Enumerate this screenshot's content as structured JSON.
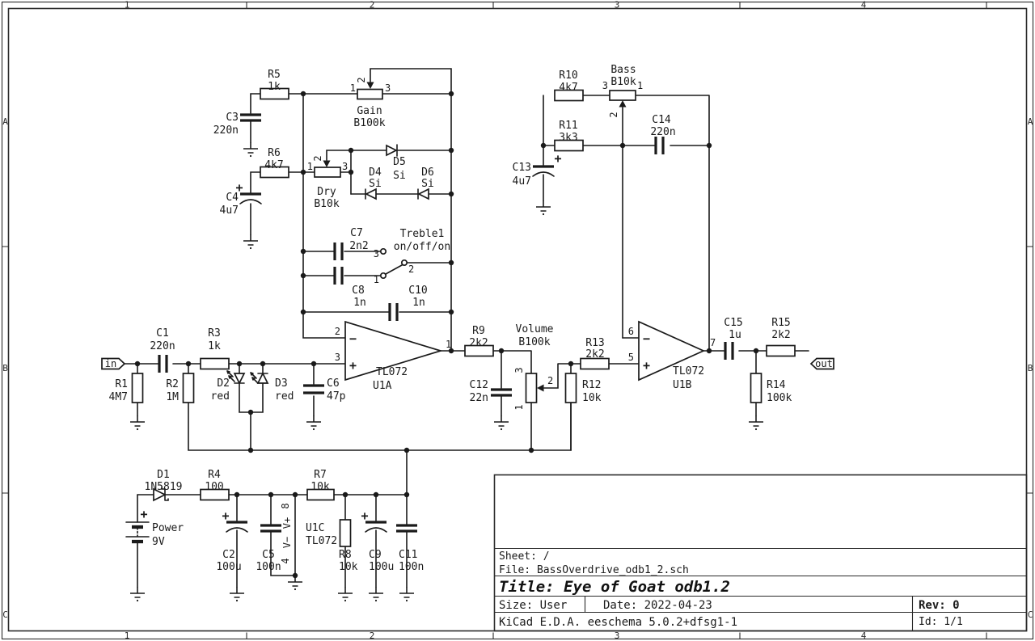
{
  "sheet": {
    "columns": [
      "1",
      "2",
      "3",
      "4"
    ],
    "rows": [
      "A",
      "B",
      "C"
    ],
    "title_block": {
      "sheet_label": "Sheet: /",
      "file_label": "File: BassOverdrive_odb1_2.sch",
      "title_label": "Title: Eye of Goat odb1.2",
      "size_label": "Size: User",
      "date_label": "Date: 2022-04-23",
      "rev_label": "Rev: 0",
      "tool_label": "KiCad E.D.A.  eeschema 5.0.2+dfsg1-1",
      "id_label": "Id: 1/1"
    }
  },
  "colors": {
    "wire": "#1a1a1a",
    "background": "#ffffff",
    "border": "#2a2a2a"
  },
  "ports": {
    "input": "in",
    "output": "out"
  },
  "components": {
    "R1": {
      "ref": "R1",
      "value": "4M7"
    },
    "R2": {
      "ref": "R2",
      "value": "1M"
    },
    "R3": {
      "ref": "R3",
      "value": "1k"
    },
    "R4": {
      "ref": "R4",
      "value": "100"
    },
    "R5": {
      "ref": "R5",
      "value": "1k"
    },
    "R6": {
      "ref": "R6",
      "value": "4k7"
    },
    "R7": {
      "ref": "R7",
      "value": "10k"
    },
    "R8": {
      "ref": "R8",
      "value": "10k"
    },
    "R9": {
      "ref": "R9",
      "value": "2k2"
    },
    "R10": {
      "ref": "R10",
      "value": "4k7"
    },
    "R11": {
      "ref": "R11",
      "value": "3k3"
    },
    "R12": {
      "ref": "R12",
      "value": "10k"
    },
    "R13": {
      "ref": "R13",
      "value": "2k2"
    },
    "R14": {
      "ref": "R14",
      "value": "100k"
    },
    "R15": {
      "ref": "R15",
      "value": "2k2"
    },
    "C1": {
      "ref": "C1",
      "value": "220n"
    },
    "C2": {
      "ref": "C2",
      "value": "100u",
      "polarity": "+"
    },
    "C3": {
      "ref": "C3",
      "value": "220n"
    },
    "C4": {
      "ref": "C4",
      "value": "4u7",
      "polarity": "+"
    },
    "C5": {
      "ref": "C5",
      "value": "100n"
    },
    "C6": {
      "ref": "C6",
      "value": "47p"
    },
    "C7": {
      "ref": "C7",
      "value": "2n2"
    },
    "C8": {
      "ref": "C8",
      "value": "1n"
    },
    "C9": {
      "ref": "C9",
      "value": "100u",
      "polarity": "+"
    },
    "C10": {
      "ref": "C10",
      "value": "1n"
    },
    "C11": {
      "ref": "C11",
      "value": "100n"
    },
    "C12": {
      "ref": "C12",
      "value": "22n"
    },
    "C13": {
      "ref": "C13",
      "value": "4u7",
      "polarity": "+"
    },
    "C14": {
      "ref": "C14",
      "value": "220n"
    },
    "C15": {
      "ref": "C15",
      "value": "1u"
    },
    "D1": {
      "ref": "D1",
      "value": "1N5819"
    },
    "D2": {
      "ref": "D2",
      "value": "red"
    },
    "D3": {
      "ref": "D3",
      "value": "red"
    },
    "D4": {
      "ref": "D4",
      "value": "Si"
    },
    "D5": {
      "ref": "D5",
      "value": "Si"
    },
    "D6": {
      "ref": "D6",
      "value": "Si"
    },
    "GAIN": {
      "ref": "Gain",
      "value": "B100k",
      "pin1": "1",
      "pin2": "2",
      "pin3": "3"
    },
    "DRY": {
      "ref": "Dry",
      "value": "B10k",
      "pin1": "1",
      "pin2": "2",
      "pin3": "3"
    },
    "VOLUME": {
      "ref": "Volume",
      "value": "B100k",
      "pin1": "1",
      "pin2": "2",
      "pin3": "3"
    },
    "BASS": {
      "ref": "Bass",
      "value": "B10k",
      "pin1": "1",
      "pin2": "2",
      "pin3": "3"
    },
    "TREBLE": {
      "ref": "Treble1",
      "value": "on/off/on",
      "pin1": "1",
      "pin2": "2",
      "pin3": "3"
    },
    "U1A": {
      "ref": "U1A",
      "value": "TL072",
      "pin_inv": "2",
      "pin_noninv": "3",
      "pin_out": "1",
      "minus": "−",
      "plus": "+"
    },
    "U1B": {
      "ref": "U1B",
      "value": "TL072",
      "pin_inv": "6",
      "pin_noninv": "5",
      "pin_out": "7",
      "minus": "−",
      "plus": "+"
    },
    "U1C": {
      "ref": "U1C",
      "value": "TL072",
      "pin_vplus": "8",
      "vplus": "V+",
      "pin_vminus": "4",
      "vminus": "V−"
    },
    "BT1": {
      "ref": "Power",
      "value": "9V",
      "polarity": "+"
    }
  }
}
